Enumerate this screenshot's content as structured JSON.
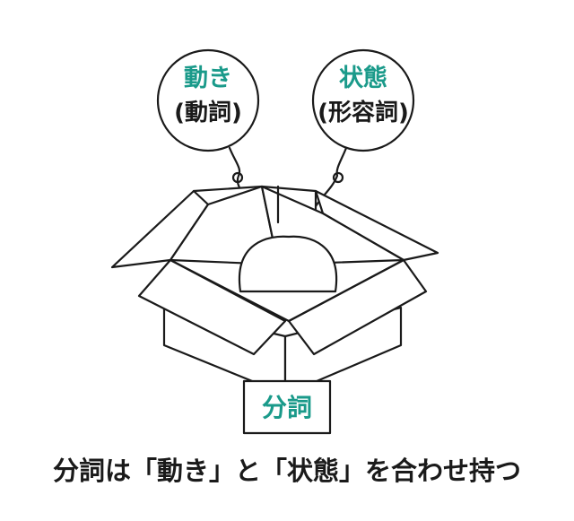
{
  "circle_left": {
    "title": "動き",
    "subtitle": "(動詞)"
  },
  "circle_right": {
    "title": "状態",
    "subtitle": "(形容詞)"
  },
  "box_label": "分詞",
  "caption": "分詞は「動き」と「状態」を合わせ持つ",
  "colors": {
    "accent": "#1a9a8a",
    "line": "#1a1a1a",
    "background": "#ffffff"
  }
}
